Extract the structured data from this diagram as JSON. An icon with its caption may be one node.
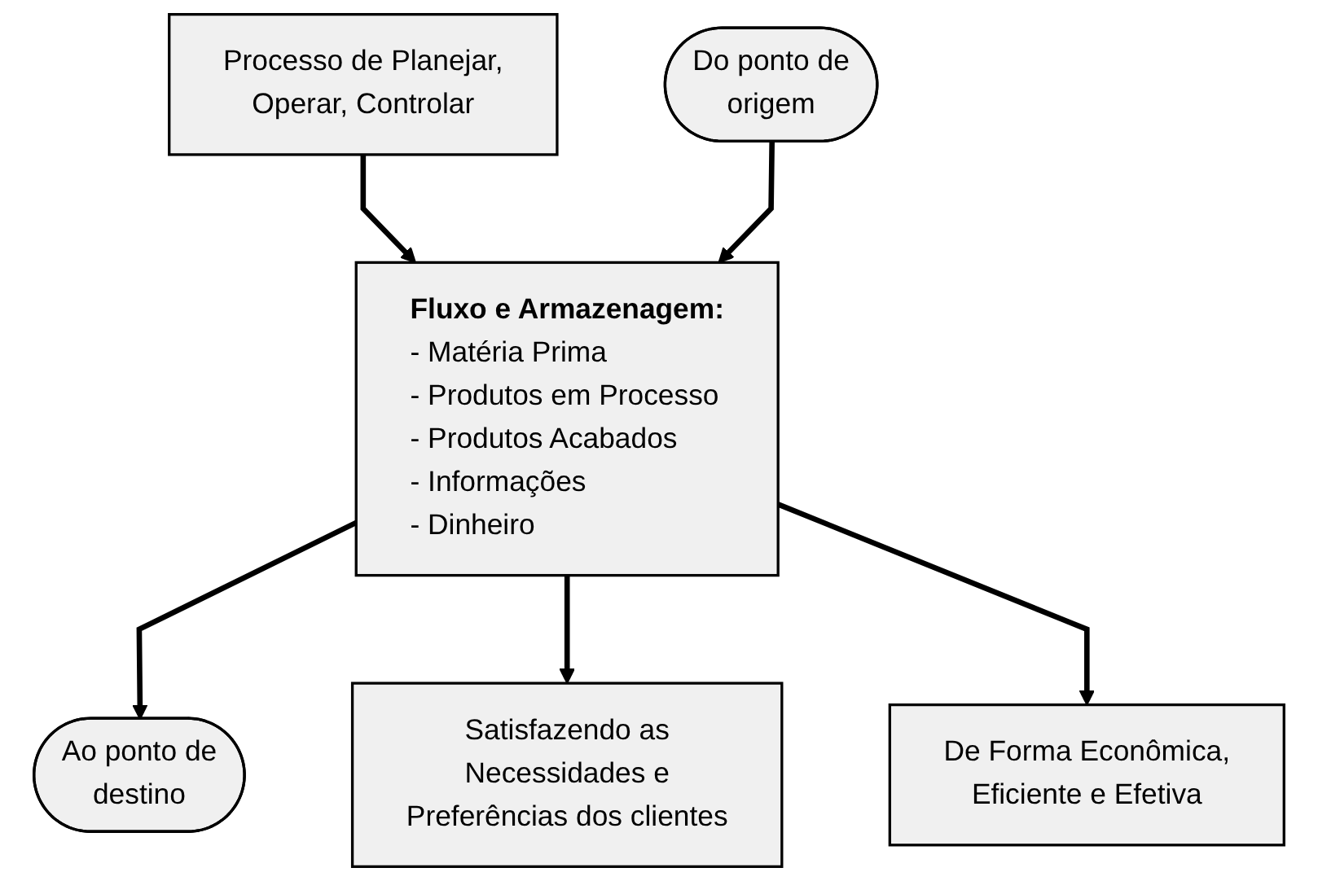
{
  "diagram": {
    "nodes": [
      {
        "text": [
          "Processo de Planejar, Operar, Controlar"
        ]
      },
      {
        "text": [
          "Fluxo e Armazenagem:",
          "- Matéria Prima",
          "- Produtos em Processo",
          "- Produtos Acabados",
          "- Informações",
          "- Dinheiro"
        ]
      },
      {
        "text": [
          "Do ponto de origem"
        ]
      },
      {
        "text": [
          "Ao ponto de destino"
        ]
      },
      {
        "text": [
          "Satisfazendo as Necessidades e Preferências dos clientes"
        ]
      },
      {
        "text": [
          "De Forma Econômica, Eficiente e Efetiva"
        ]
      }
    ],
    "edges": [
      {
        "from": 0,
        "to": 1,
        "arrow": "to"
      },
      {
        "from": 2,
        "to": 1,
        "arrow": "to"
      },
      {
        "from": 1,
        "to": 3,
        "arrow": "to"
      },
      {
        "from": 1,
        "to": 4,
        "arrow": "to"
      },
      {
        "from": 1,
        "to": 5,
        "arrow": "to"
      }
    ]
  }
}
